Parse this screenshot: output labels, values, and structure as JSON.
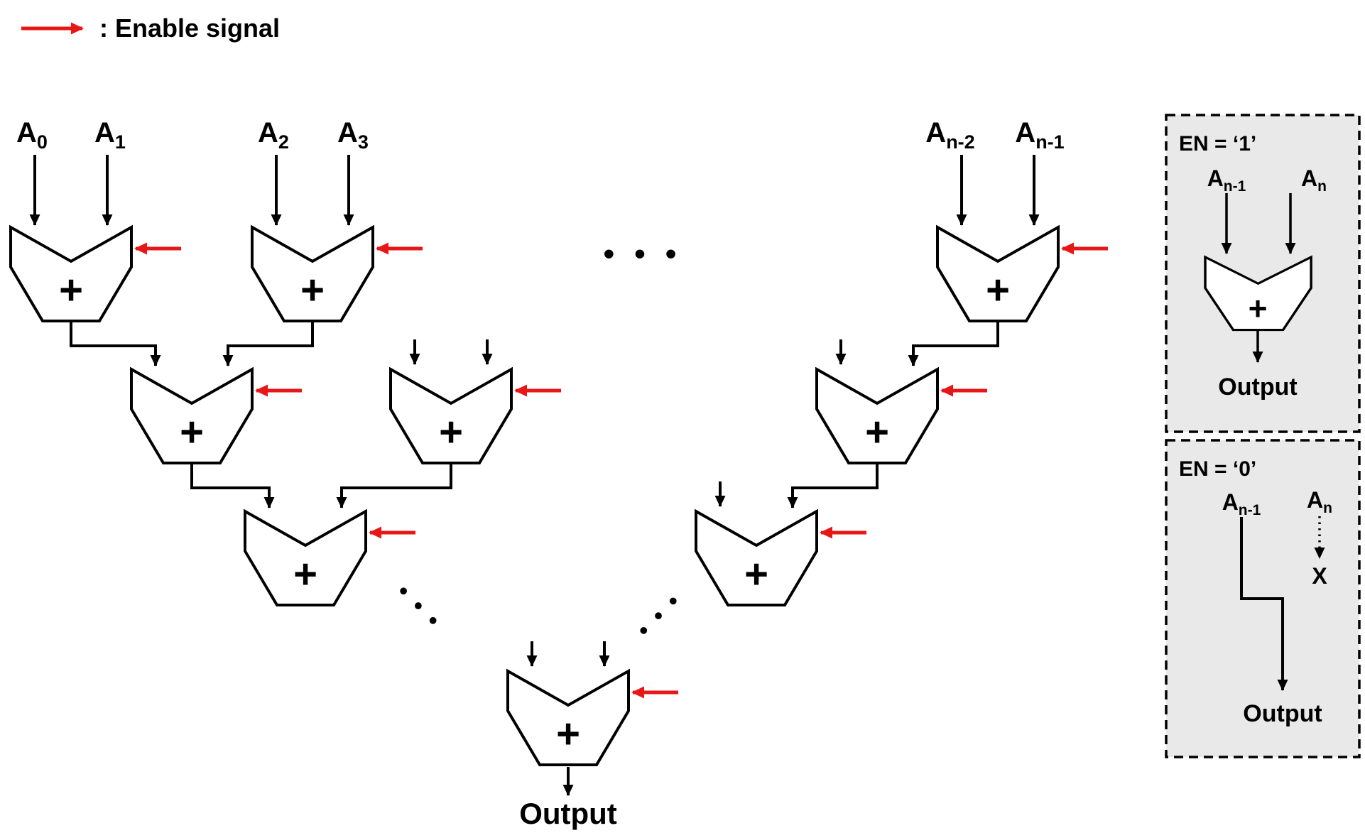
{
  "legend": {
    "label": ": Enable signal"
  },
  "glyphs": {
    "plus": "+",
    "ellipsis": "• • •"
  },
  "labels": {
    "inputs": [
      {
        "base": "A",
        "sub": "0"
      },
      {
        "base": "A",
        "sub": "1"
      },
      {
        "base": "A",
        "sub": "2"
      },
      {
        "base": "A",
        "sub": "3"
      },
      {
        "base": "A",
        "sub": "n-2"
      },
      {
        "base": "A",
        "sub": "n-1"
      }
    ],
    "output": "Output"
  },
  "panels": {
    "en1": {
      "title": "EN = ‘1’",
      "input_left": {
        "base": "A",
        "sub": "n-1"
      },
      "input_right": {
        "base": "A",
        "sub": "n"
      },
      "output": "Output"
    },
    "en0": {
      "title": "EN = ‘0’",
      "input_left": {
        "base": "A",
        "sub": "n-1"
      },
      "input_right": {
        "base": "A",
        "sub": "n"
      },
      "x_mark": "X",
      "output": "Output"
    }
  },
  "colors": {
    "enable_red": "#e81717",
    "line_black": "#000000",
    "panel_bg": "#e9e9e9"
  }
}
